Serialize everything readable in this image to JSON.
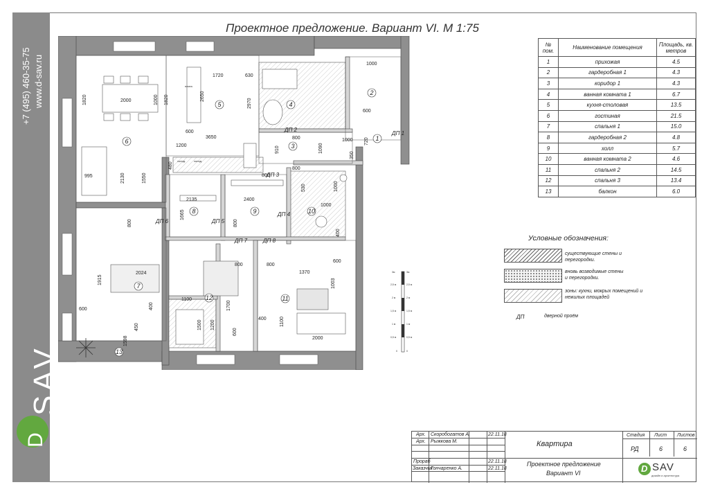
{
  "brand": {
    "phone": "+7 (495) 460-35-75",
    "site": "www.d-sav.ru",
    "logo_text": "SAV",
    "logo_letter": "D",
    "accent_color": "#62a83f"
  },
  "plan": {
    "title": "Проектное предложение. Вариант VI. М 1:75",
    "room_numbers": [
      "1",
      "2",
      "3",
      "4",
      "5",
      "6",
      "7",
      "8",
      "9",
      "10",
      "11",
      "12",
      "13"
    ],
    "door_labels": [
      "ДП 1",
      "ДП 2",
      "ДП 3",
      "ДП 4",
      "ДП 5",
      "ДП 6",
      "ДП 7",
      "ДП 8"
    ],
    "dimensions": [
      "2000",
      "1820",
      "1000",
      "1820",
      "1720",
      "630",
      "2650",
      "2970",
      "1000",
      "600",
      "3650",
      "1200",
      "910",
      "800",
      "1090",
      "1000",
      "720",
      "350",
      "600",
      "480",
      "995",
      "2130",
      "1550",
      "2135",
      "2400",
      "800",
      "1665",
      "800",
      "800",
      "1000",
      "530",
      "1000",
      "400",
      "2024",
      "1915",
      "600",
      "400",
      "800",
      "800",
      "1370",
      "600",
      "1003",
      "1100",
      "1500",
      "1200",
      "1700",
      "600",
      "400",
      "1100",
      "2000",
      "450",
      "1598",
      "800"
    ],
    "small_labels": [
      "плита",
      "холод.",
      "холод."
    ]
  },
  "rooms_table": {
    "headers": [
      "№ пом.",
      "Наименование помещения",
      "Площадь, кв. метров"
    ],
    "rows": [
      [
        "1",
        "прихожая",
        "4.5"
      ],
      [
        "2",
        "гардеробная 1",
        "4.3"
      ],
      [
        "3",
        "коридор 1",
        "4.3"
      ],
      [
        "4",
        "ванная комната 1",
        "6.7"
      ],
      [
        "5",
        "кухня-столовая",
        "13.5"
      ],
      [
        "6",
        "гостиная",
        "21.5"
      ],
      [
        "7",
        "спальня 1",
        "15.0"
      ],
      [
        "8",
        "гардеробная 2",
        "4.8"
      ],
      [
        "9",
        "холл",
        "5.7"
      ],
      [
        "10",
        "ванная комната 2",
        "4.6"
      ],
      [
        "11",
        "спальня 2",
        "14.5"
      ],
      [
        "12",
        "спальня 3",
        "13.4"
      ],
      [
        "13",
        "балкон",
        "6.0"
      ]
    ]
  },
  "legend": {
    "title": "Условные обозначения:",
    "existing": "существующие стены и перегородки.",
    "new": "вновь возводимые стены и перегородки.",
    "zones": "зоны: кухни, мокрых помещений и нежилых площадей",
    "dp": "ДП",
    "dp_desc": "дверной проём"
  },
  "scale": {
    "labels_left": [
      "3м",
      "2,5 м",
      "2 м",
      "1,5 м",
      "1 м",
      "0,5 м",
      "0"
    ],
    "labels_right": [
      "3м",
      "2,5 м",
      "2 м",
      "1,5 м",
      "1 м",
      "0,5 м",
      "0"
    ]
  },
  "title_block": {
    "role1": "Арх.",
    "name1": "Скоробогатов А.",
    "date1": "22.11.18",
    "role2": "Арх.",
    "name2": "Рыжкова М.",
    "role3": "Прораб",
    "date3": "22.11.18",
    "role4": "Заказчик",
    "name4": "Гончаренко А.",
    "date4": "22.11.18",
    "object": "Квартира",
    "doc_line1": "Проектное предложение",
    "doc_line2": "Вариант VI",
    "stage_header": "Стадия",
    "sheet_header": "Лист",
    "sheets_header": "Листов",
    "stage": "РД",
    "sheet": "6",
    "sheets": "6",
    "logo_text": "SAV",
    "logo_letter": "D",
    "logo_sub": "дизайн и архитектура"
  }
}
